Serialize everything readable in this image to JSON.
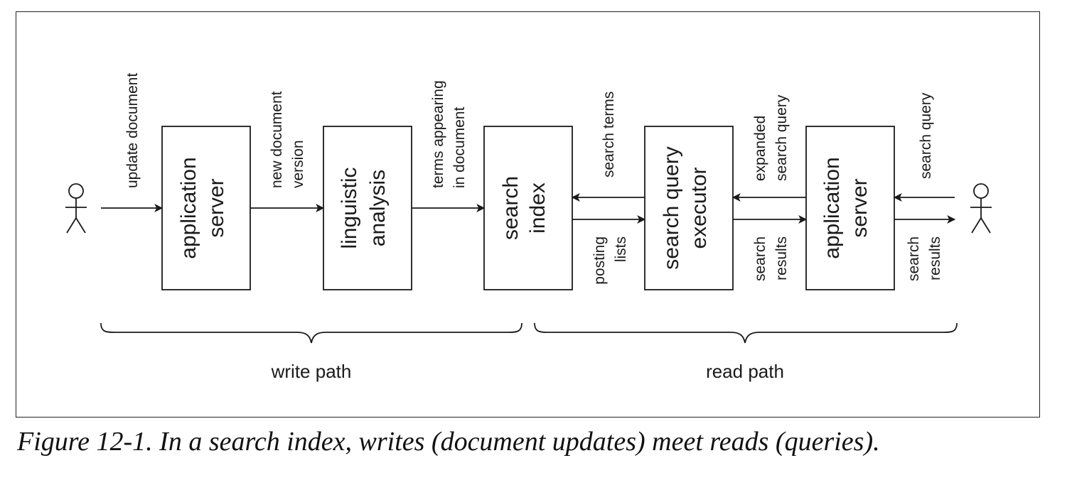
{
  "diagram": {
    "boxes": {
      "app_server_write": [
        "application",
        "server"
      ],
      "linguistic_analysis": [
        "linguistic",
        "analysis"
      ],
      "search_index": [
        "search",
        "index"
      ],
      "query_executor": [
        "search query",
        "executor"
      ],
      "app_server_read": [
        "application",
        "server"
      ]
    },
    "edges": {
      "update_document": [
        "update document"
      ],
      "new_document_version": [
        "new document",
        "version"
      ],
      "terms_appearing": [
        "terms appearing",
        "in document"
      ],
      "search_terms": [
        "search terms"
      ],
      "posting_lists": [
        "posting",
        "lists"
      ],
      "expanded_search_query": [
        "expanded",
        "search query"
      ],
      "search_results_mid": [
        "search",
        "results"
      ],
      "search_query": [
        "search query"
      ],
      "search_results_out": [
        "search",
        "results"
      ]
    },
    "groups": {
      "write_path": "write path",
      "read_path": "read path"
    }
  },
  "caption": "Figure 12-1. In a search index, writes (document updates) meet reads (queries)."
}
